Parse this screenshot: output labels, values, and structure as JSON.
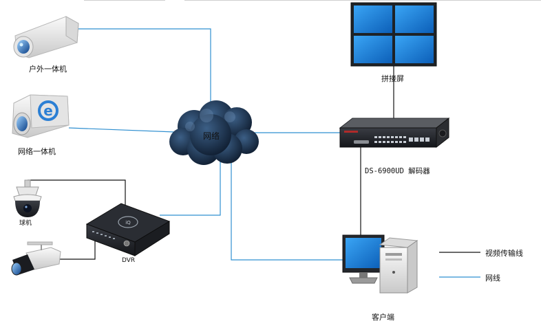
{
  "colors": {
    "network_line": "#2f8fd0",
    "video_line": "#111111",
    "cloud": "#1f3552",
    "screen_blue": "#1a7fd6"
  },
  "nodes": {
    "outdoor_camera": {
      "label": "户外一体机",
      "icon": "bullet-camera-icon"
    },
    "network_camera": {
      "label": "网络一体机",
      "icon": "ie-camera-icon"
    },
    "dome_camera": {
      "label": "球机",
      "icon": "dome-camera-icon"
    },
    "box_camera": {
      "icon": "box-camera-icon"
    },
    "dvr": {
      "label": "DVR",
      "icon": "dvr-icon"
    },
    "cloud": {
      "label": "网络",
      "icon": "cloud-icon"
    },
    "video_wall": {
      "label": "拼接屏",
      "icon": "video-wall-icon"
    },
    "decoder": {
      "label": "DS-6900UD 解码器",
      "icon": "decoder-icon"
    },
    "client": {
      "label": "客户端",
      "icon": "desktop-pc-icon"
    }
  },
  "legend": [
    {
      "label": "视频传输线",
      "style": "video"
    },
    {
      "label": "网线",
      "style": "network"
    }
  ]
}
